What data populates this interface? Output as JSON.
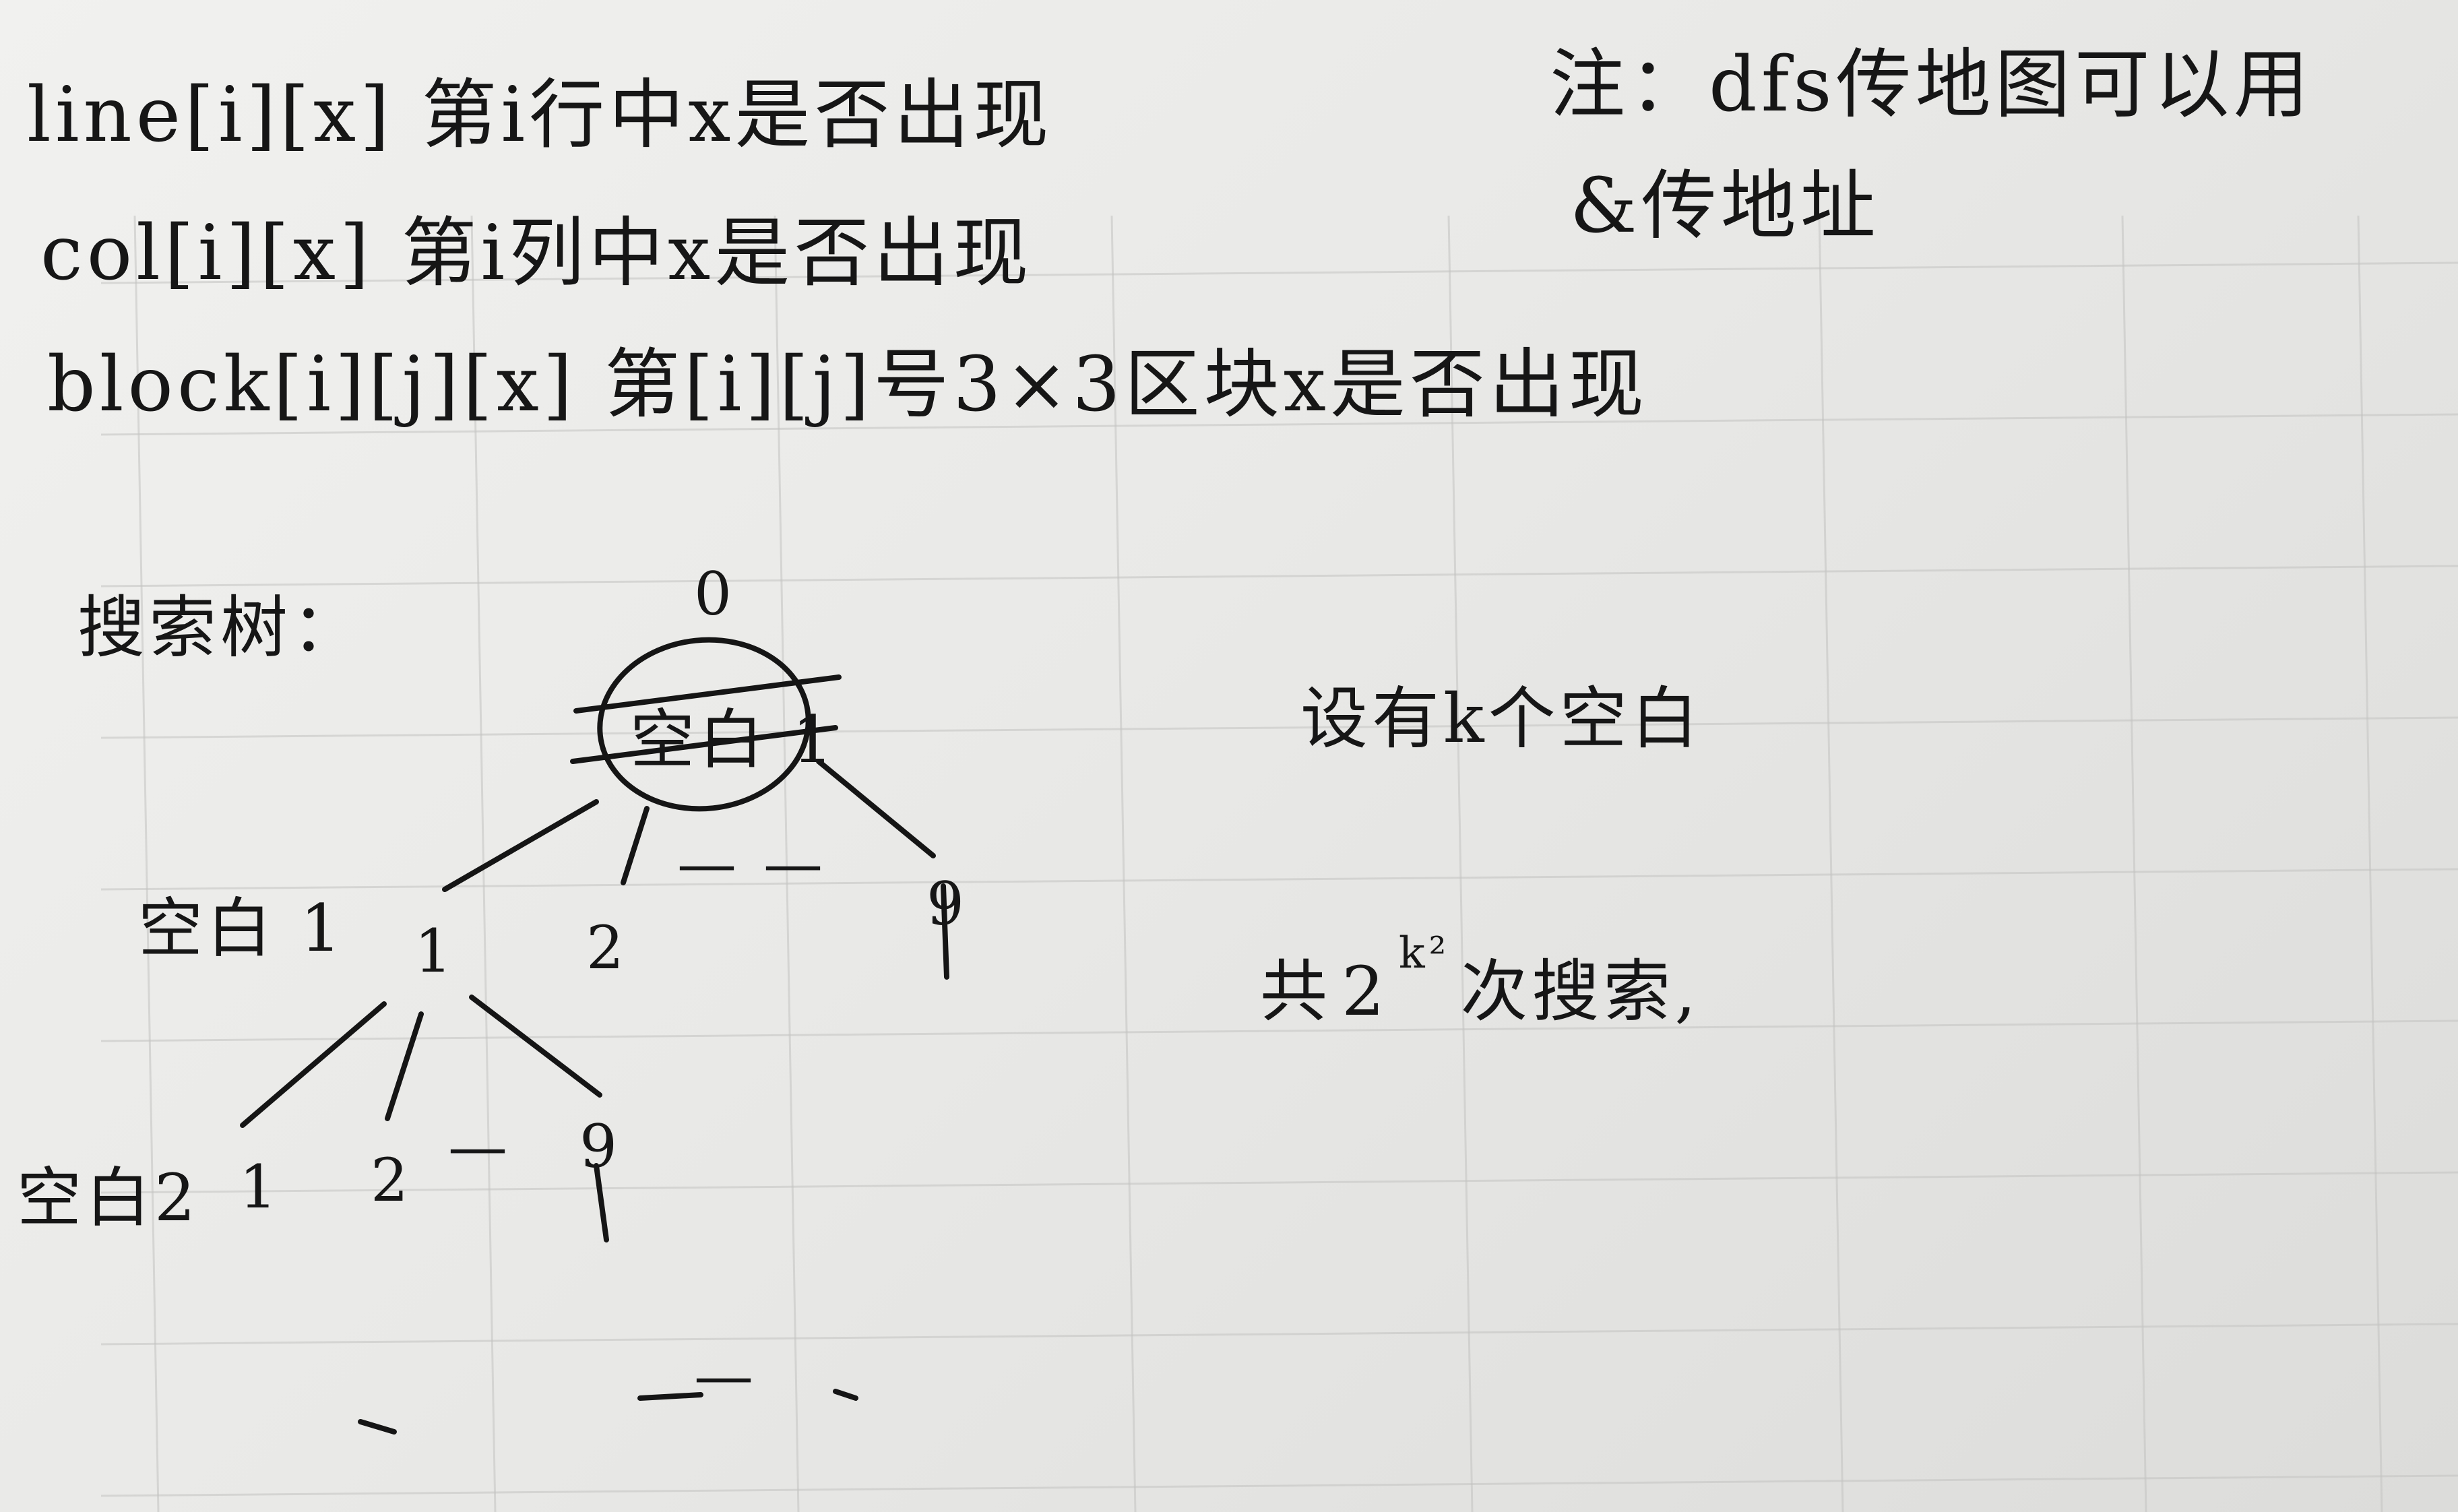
{
  "notes": {
    "line_def": "line[i][x] 第i行中x是否出现",
    "col_def": "col[i][x] 第i列中x是否出现",
    "block_def": "block[i][j][x] 第[i][j]号3×3区块x是否出现",
    "side_note_line1": "注：dfs传地图可以用",
    "side_note_line2": "&传地址"
  },
  "tree": {
    "title": "搜索树：",
    "root_value": "0",
    "root_node": "空白 1",
    "level1_label": "空白 1",
    "level1_nodes": [
      "1",
      "2",
      "9"
    ],
    "level1_ellipsis": "— —",
    "level2_label": "空白2",
    "level2_nodes": [
      "1",
      "2",
      "9"
    ],
    "level2_ellipsis": "—",
    "continuation": "—"
  },
  "analysis": {
    "assumption": "设有k个空白",
    "total_prefix": "共",
    "total_base": "2",
    "total_exponent": "k²",
    "total_suffix": "次搜索,"
  }
}
